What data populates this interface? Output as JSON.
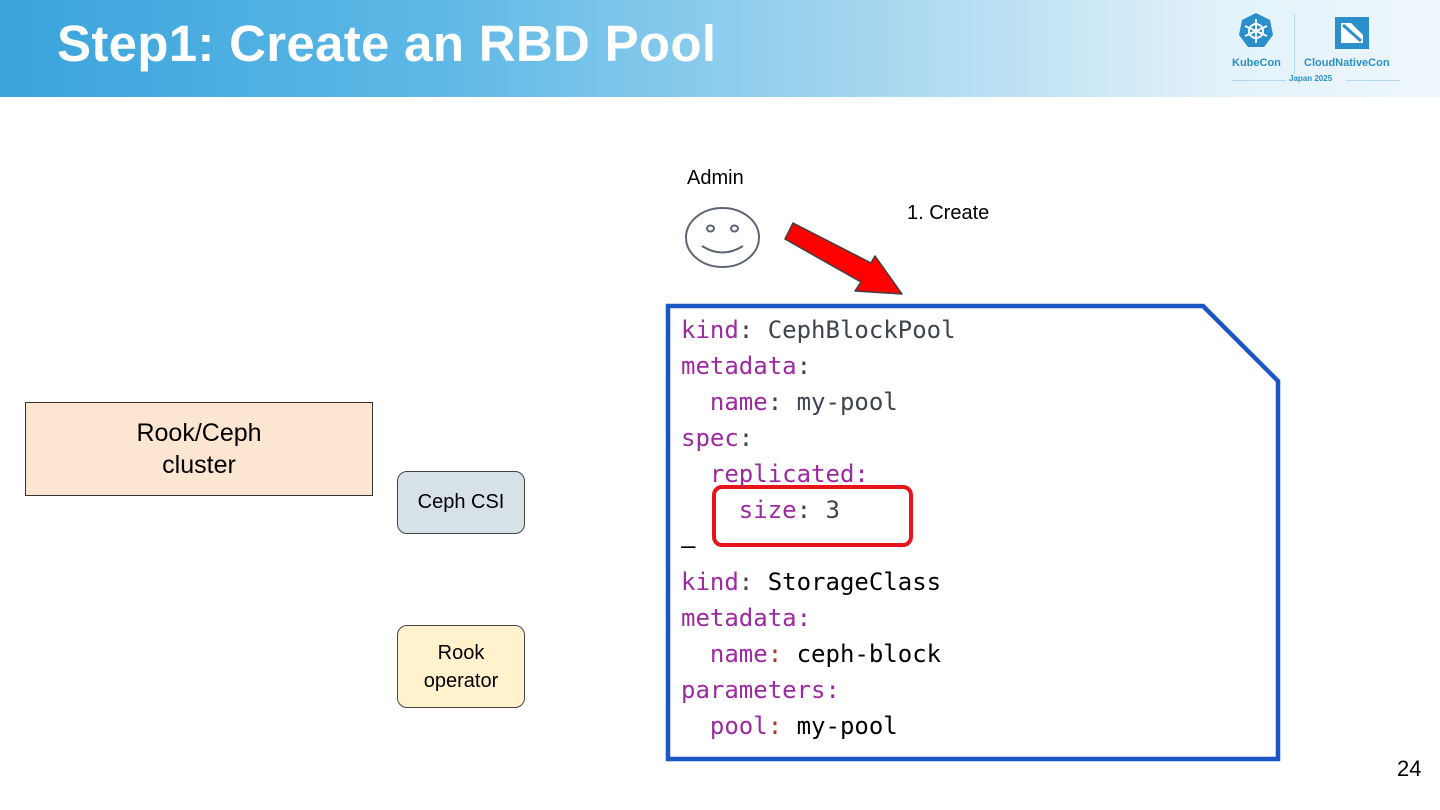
{
  "slide": {
    "title": "Step1: Create an RBD Pool",
    "page_number": "24"
  },
  "logo": {
    "left_text": "KubeCon",
    "right_text": "CloudNativeCon",
    "subtitle": "Japan 2025"
  },
  "actors": {
    "admin_label": "Admin",
    "admin_icon": "smiley-face-icon",
    "action_label": "1. Create",
    "action_arrow_color": "#ff0000"
  },
  "components": {
    "cluster_line1": "Rook/Ceph",
    "cluster_line2": "cluster",
    "csi": "Ceph CSI",
    "operator_line1": "Rook",
    "operator_line2": "operator"
  },
  "manifest": {
    "l1": {
      "key": "kind",
      "sep": ": ",
      "val": "CephBlockPool"
    },
    "l2": {
      "key": "metadata",
      "sep": ":"
    },
    "l3": {
      "indent": "  ",
      "key": "name",
      "sep": ": ",
      "val": "my-pool"
    },
    "l4": {
      "key": "spec",
      "sep": ":"
    },
    "l5": {
      "indent": "  ",
      "key": "replicated:"
    },
    "l6": {
      "indent": "    ",
      "key": "size",
      "sep": ": ",
      "val": "3"
    },
    "l7": {
      "text": "–"
    },
    "l8": {
      "key": "kind",
      "sep": ": ",
      "val": "StorageClass"
    },
    "l9": {
      "key": "metadata:"
    },
    "l10": {
      "indent": "  ",
      "key": "name",
      "sep": ": ",
      "val": "ceph-block"
    },
    "l11": {
      "key": "parameters:"
    },
    "l12": {
      "indent": "  ",
      "key": "pool",
      "sep": ": ",
      "val": "my-pool"
    },
    "highlight_color": "#e8141c",
    "frame_color": "#1a56c4"
  }
}
